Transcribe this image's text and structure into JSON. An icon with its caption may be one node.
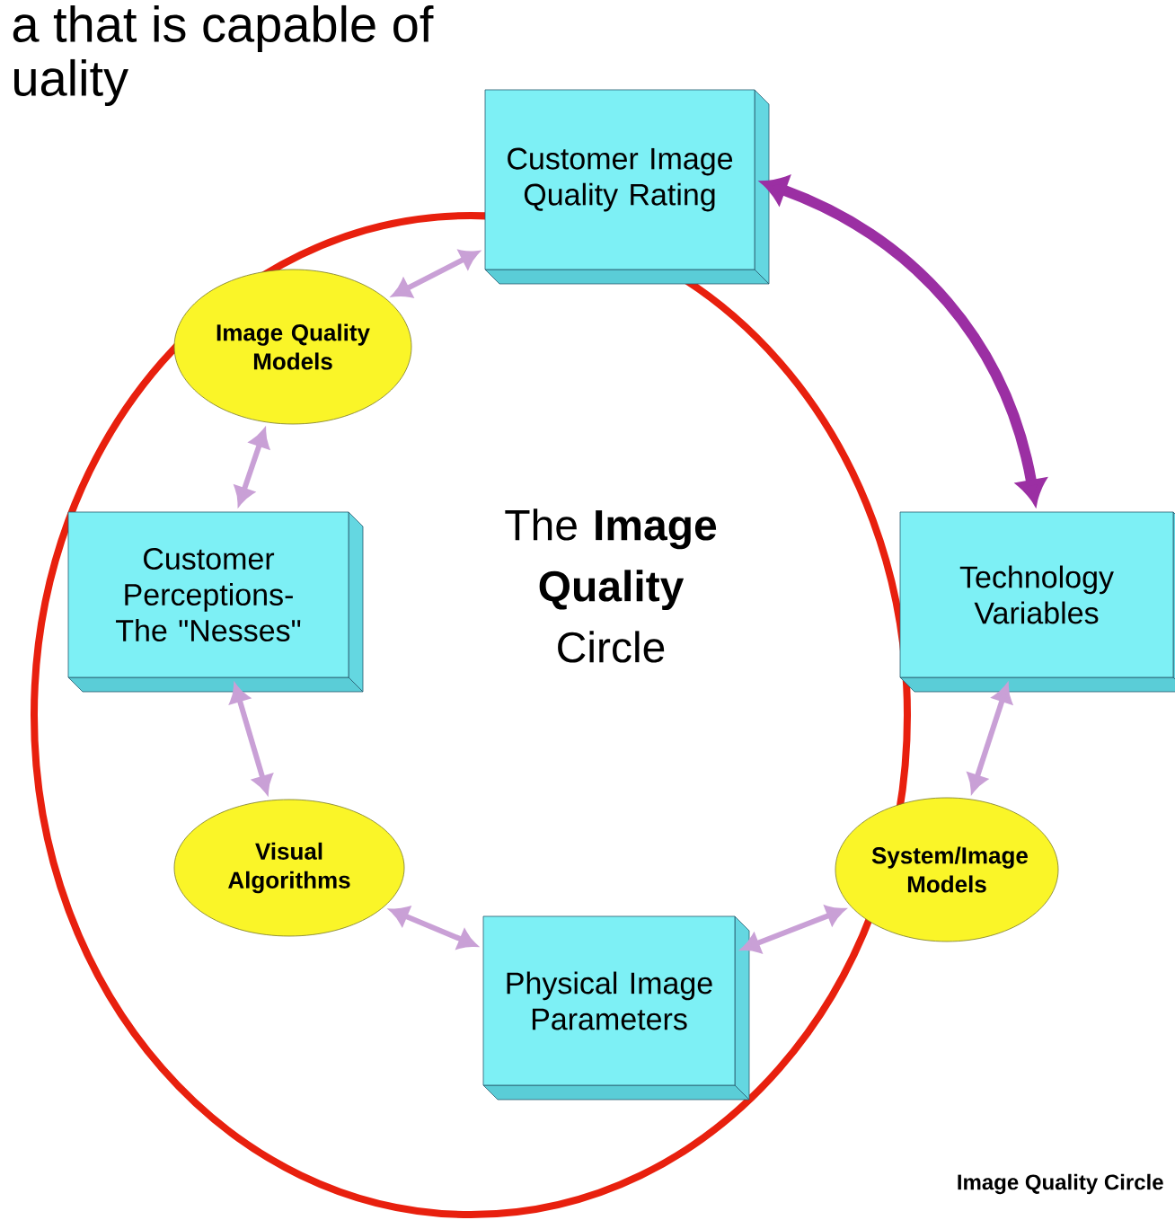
{
  "diagram": {
    "caption": "Image Quality Circle",
    "nodes": [
      {
        "text": [
          "Customer Image Quality Rating"
        ]
      },
      {
        "text": [
          "Image Quality Models"
        ]
      },
      {
        "text": [
          "Customer Perceptions- The \"Nesses\""
        ]
      },
      {
        "text": [
          "Visual Algorithms"
        ]
      },
      {
        "text": [
          "Physical Image Parameters"
        ]
      },
      {
        "text": [
          "System/Image Models"
        ]
      },
      {
        "text": [
          "Technology Variables"
        ]
      }
    ],
    "edges": [
      {
        "from": 0,
        "to": 1,
        "arrow": "both"
      },
      {
        "from": 1,
        "to": 2,
        "arrow": "both"
      },
      {
        "from": 2,
        "to": 3,
        "arrow": "both"
      },
      {
        "from": 3,
        "to": 4,
        "arrow": "both"
      },
      {
        "from": 4,
        "to": 5,
        "arrow": "both"
      },
      {
        "from": 5,
        "to": 6,
        "arrow": "both"
      },
      {
        "from": 6,
        "to": 0,
        "arrow": "both",
        "style": "thick",
        "color": "#9b2fa3"
      }
    ],
    "labels": [
      "a that is capable of",
      "uality",
      "The **Image Quality** Circle"
    ]
  }
}
